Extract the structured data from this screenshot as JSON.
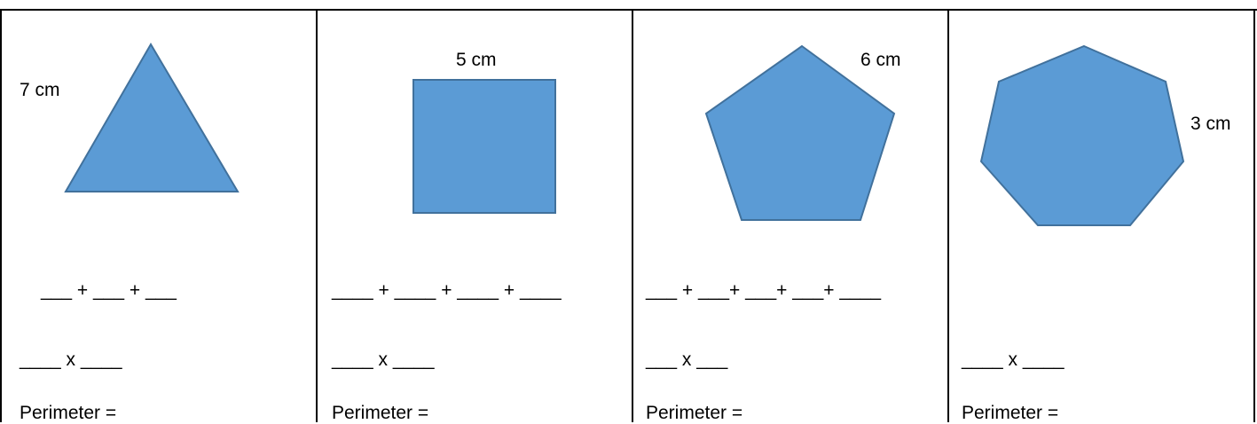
{
  "colors": {
    "shape_fill": "#5b9bd5",
    "shape_stroke": "#41719c",
    "border": "#000000"
  },
  "problems": [
    {
      "shape": "triangle",
      "side_label": "7 cm",
      "addition_line": "___ + ___ + ___",
      "multiplication_line": "____ x ____",
      "result_label": "Perimeter ="
    },
    {
      "shape": "square",
      "side_label": "5 cm",
      "addition_line": "____ + ____ + ____ + ____",
      "multiplication_line": "____ x ____",
      "result_label": "Perimeter ="
    },
    {
      "shape": "pentagon",
      "side_label": "6 cm",
      "addition_line": "___ + ___+ ___+ ___+ ____",
      "multiplication_line": "___ x ___",
      "result_label": "Perimeter ="
    },
    {
      "shape": "heptagon",
      "side_label": "3 cm",
      "addition_line": "",
      "multiplication_line": "____ x ____",
      "result_label": "Perimeter ="
    }
  ]
}
